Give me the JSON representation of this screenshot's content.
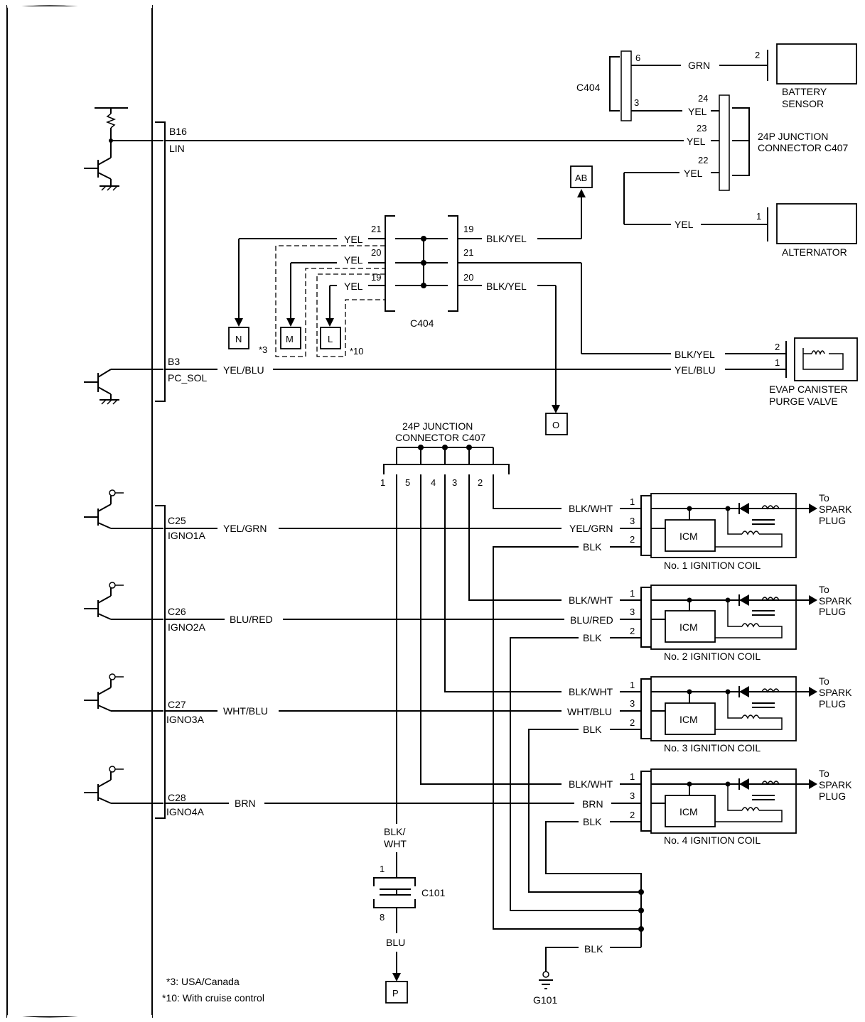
{
  "ecm": {
    "connector_b": [
      {
        "pin": "B16",
        "signal": "LIN"
      },
      {
        "pin": "B3",
        "signal": "PC_SOL"
      }
    ],
    "connector_c": [
      {
        "pin": "C25",
        "signal": "IGNO1A"
      },
      {
        "pin": "C26",
        "signal": "IGNO2A"
      },
      {
        "pin": "C27",
        "signal": "IGNO3A"
      },
      {
        "pin": "C28",
        "signal": "IGNO4A"
      }
    ]
  },
  "wires": {
    "lin": "YEL",
    "pc_sol": "YEL/BLU",
    "igno1": "YEL/GRN",
    "igno2": "BLU/RED",
    "igno3": "WHT/BLU",
    "igno4": "BRN",
    "grn": "GRN",
    "yel": "YEL",
    "blk_yel": "BLK/YEL",
    "blk_wht": "BLK/WHT",
    "blk": "BLK",
    "blk_wht_vertical": [
      "BLK/",
      "WHT"
    ],
    "blu": "BLU",
    "yel_blu": "YEL/BLU"
  },
  "connectors": {
    "c404": "C404",
    "c407_name": [
      "24P JUNCTION",
      "CONNECTOR C407"
    ],
    "c101": "C101",
    "g101": "G101"
  },
  "pins": {
    "c404_top": [
      "6",
      "3"
    ],
    "c407_top": [
      "24",
      "23",
      "22"
    ],
    "battery_sensor_pin": "2",
    "alternator_pin": "1",
    "c404_left": [
      "21",
      "20",
      "19"
    ],
    "c404_right": [
      "19",
      "21",
      "20"
    ],
    "evap": [
      "2",
      "1"
    ],
    "c407_bottom": [
      "1",
      "5",
      "4",
      "3",
      "2"
    ],
    "coil": [
      "1",
      "3",
      "2"
    ],
    "c101": [
      "1",
      "8"
    ]
  },
  "components": {
    "battery_sensor": [
      "BATTERY",
      "SENSOR"
    ],
    "alternator": "ALTERNATOR",
    "evap": [
      "EVAP CANISTER",
      "PURGE VALVE"
    ],
    "icm": "ICM",
    "coils": [
      "No. 1 IGNITION COIL",
      "No. 2 IGNITION COIL",
      "No. 3 IGNITION COIL",
      "No. 4 IGNITION COIL"
    ],
    "spark": [
      "To",
      "SPARK",
      "PLUG"
    ]
  },
  "references": {
    "ab": "AB",
    "n": "N",
    "m": "M",
    "l": "L",
    "o": "O",
    "p": "P"
  },
  "notes": {
    "star3_mark": "*3",
    "star10_mark": "*10",
    "star3": "*3: USA/Canada",
    "star10": "*10: With cruise control"
  }
}
